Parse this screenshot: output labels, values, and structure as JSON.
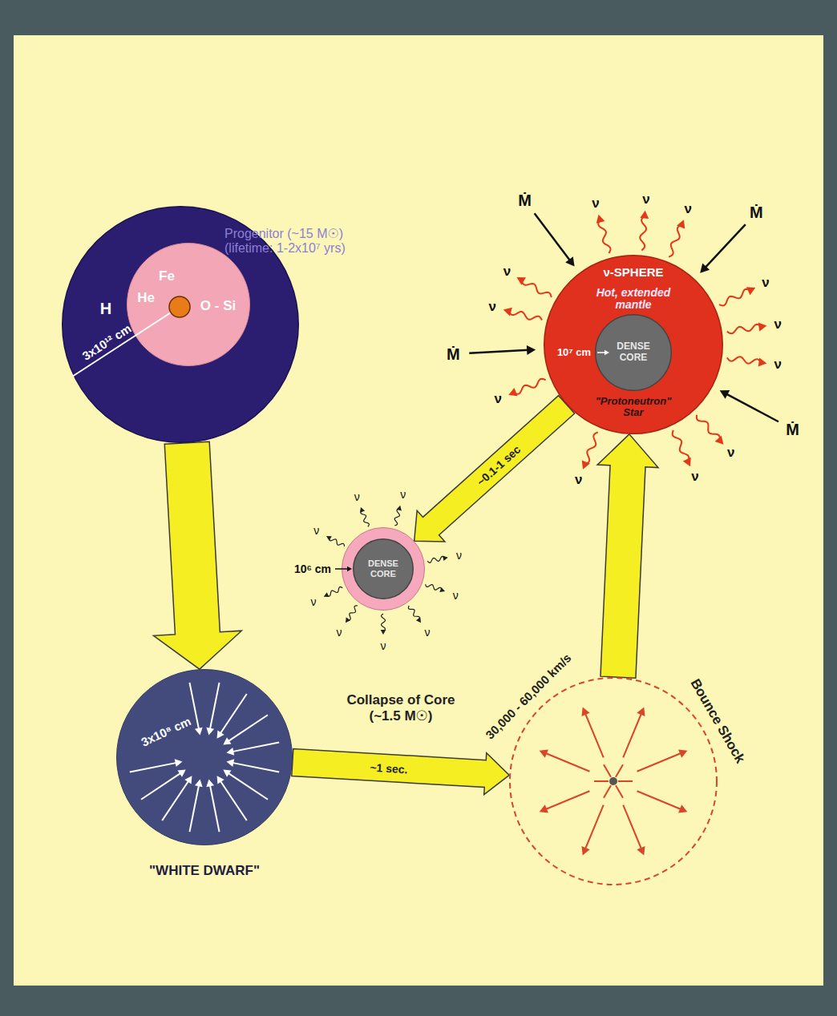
{
  "diagram": {
    "nodes": [
      {
        "text": [
          "Progenitor (~15 M☉) (lifetime: 1-2x10⁷ yrs)",
          "H",
          "3x10¹² cm"
        ]
      },
      {
        "text": [
          "He",
          "Fe",
          "O - Si"
        ],
        "in": 0
      },
      {
        "text": [
          "3x10⁸ cm",
          "\"WHITE DWARF\""
        ]
      },
      {
        "text": [
          "30,000 - 60,000 km/s",
          "Bounce Shock"
        ]
      },
      {
        "text": [
          "ν-SPHERE",
          "Hot, extended mantle",
          "10⁷ cm",
          "\"Protoneutron\" Star"
        ]
      },
      {
        "text": [
          "DENSE CORE"
        ],
        "in": 4
      },
      {
        "text": [
          "10⁶ cm"
        ]
      },
      {
        "text": [
          "DENSE CORE"
        ],
        "in": 6
      }
    ],
    "edges": [
      {
        "from": 0,
        "to": 2,
        "arrow": "to"
      },
      {
        "from": 2,
        "to": 3,
        "label": "~1 sec.",
        "arrow": "to"
      },
      {
        "from": 3,
        "to": 4,
        "arrow": "to"
      },
      {
        "from": 4,
        "to": 6,
        "label": "~0.1-1 sec",
        "arrow": "to"
      }
    ],
    "labels": [
      "Collapse of Core (~1.5 M☉)",
      "Ṁ",
      "Ṁ",
      "Ṁ",
      "Ṁ",
      "ν",
      "ν",
      "ν",
      "ν",
      "ν",
      "ν",
      "ν",
      "ν",
      "ν",
      "ν",
      "ν",
      "ν",
      "ν",
      "ν",
      "ν",
      "ν",
      "ν",
      "ν",
      "ν",
      "ν",
      "ν"
    ]
  }
}
